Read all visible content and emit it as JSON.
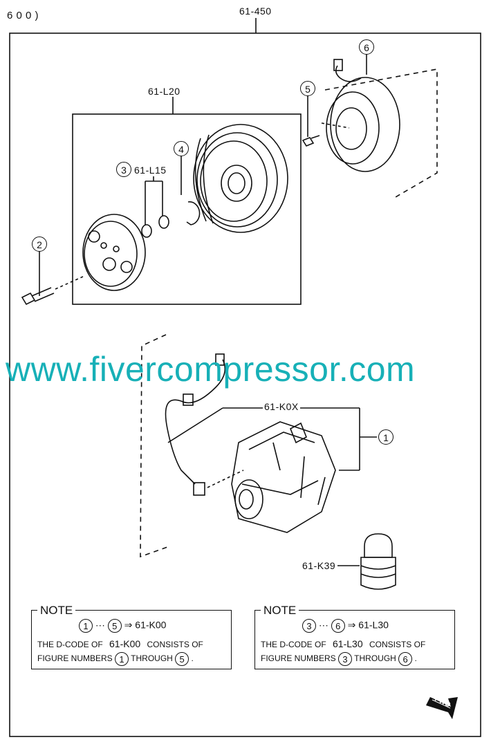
{
  "header": {
    "left_code": "6 0 0 )",
    "top_ref": "61-450"
  },
  "labels": {
    "clutch_hub_set": "61-L20",
    "shim_set": "61-L15",
    "compressor_body": "61-K0X",
    "cap": "61-K39"
  },
  "callouts": [
    "1",
    "2",
    "3",
    "4",
    "5",
    "6"
  ],
  "watermark": "www.fivercompressor.com",
  "notes": [
    {
      "title": "NOTE",
      "range_start": "1",
      "range_sep": "···",
      "range_end": "5",
      "arrow": "⇒",
      "result": "61-K00",
      "line2_a": "THE D-CODE OF",
      "line2_code": "61-K00",
      "line2_b": "CONSISTS OF",
      "line3_a": "FIGURE NUMBERS",
      "line3_start": "1",
      "line3_mid": "THROUGH",
      "line3_end": "5",
      "line3_dot": "."
    },
    {
      "title": "NOTE",
      "range_start": "3",
      "range_sep": "···",
      "range_end": "6",
      "arrow": "⇒",
      "result": "61-L30",
      "line2_a": "THE D-CODE OF",
      "line2_code": "61-L30",
      "line2_b": "CONSISTS OF",
      "line3_a": "FIGURE NUMBERS",
      "line3_start": "3",
      "line3_mid": "THROUGH",
      "line3_end": "6",
      "line3_dot": "."
    }
  ],
  "fwd_label": "FWD"
}
